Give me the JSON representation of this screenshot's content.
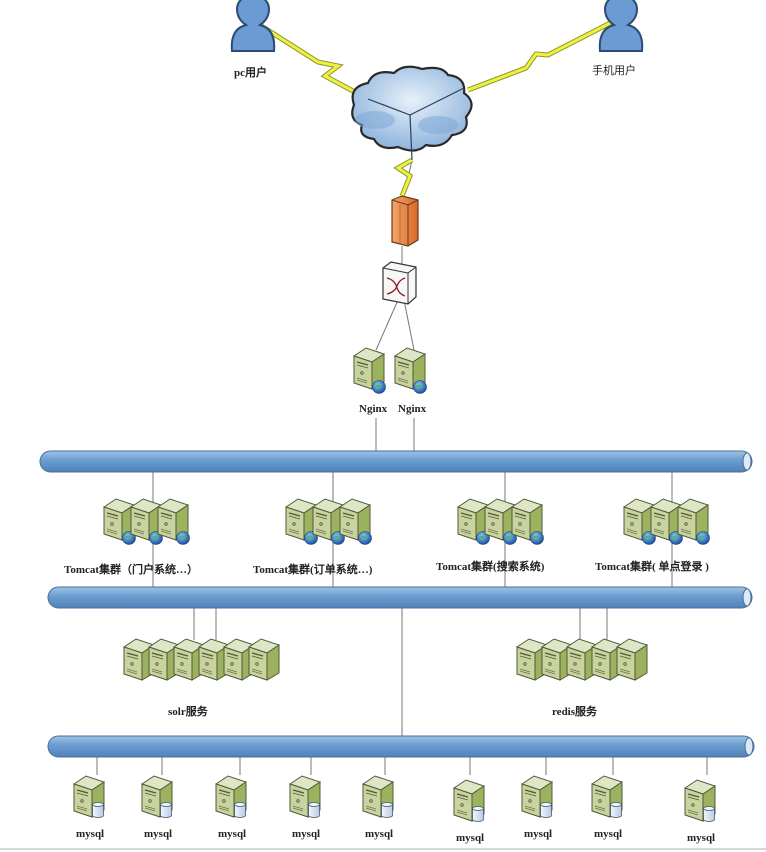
{
  "title": "网站系统架构图",
  "colors": {
    "user": "#5b8fc9",
    "cloud": "#a9c6e6",
    "lightning": "#e9ee3a",
    "firewall": "#e8813a",
    "server": "#b9c98a",
    "server_dark": "#8fa45a",
    "bus": "#6fa0d2",
    "globe": "#2f6fbf",
    "db": "#dce8f5"
  },
  "users": [
    {
      "id": "pc",
      "label": "pc用户"
    },
    {
      "id": "mobile",
      "label": "手机用户"
    }
  ],
  "internet": {
    "label": "internet-cloud"
  },
  "firewall": {
    "label": "firewall"
  },
  "switch": {
    "label": "switch"
  },
  "nginx": [
    {
      "label": "Nginx"
    },
    {
      "label": "Nginx"
    }
  ],
  "tomcat_clusters": [
    {
      "label": "Tomcat集群（门户系统…）",
      "servers": 3
    },
    {
      "label": "Tomcat集群(订单系统…)",
      "servers": 3
    },
    {
      "label": "Tomcat集群(搜索系统)",
      "servers": 3
    },
    {
      "label": "Tomcat集群( 单点登录 )",
      "servers": 3
    }
  ],
  "services": [
    {
      "label": "solr服务",
      "servers": 6
    },
    {
      "label": "redis服务",
      "servers": 5
    }
  ],
  "databases": [
    {
      "label": "mysql"
    },
    {
      "label": "mysql"
    },
    {
      "label": "mysql"
    },
    {
      "label": "mysql"
    },
    {
      "label": "mysql"
    },
    {
      "label": "mysql"
    },
    {
      "label": "mysql"
    },
    {
      "label": "mysql"
    },
    {
      "label": "mysql"
    }
  ]
}
